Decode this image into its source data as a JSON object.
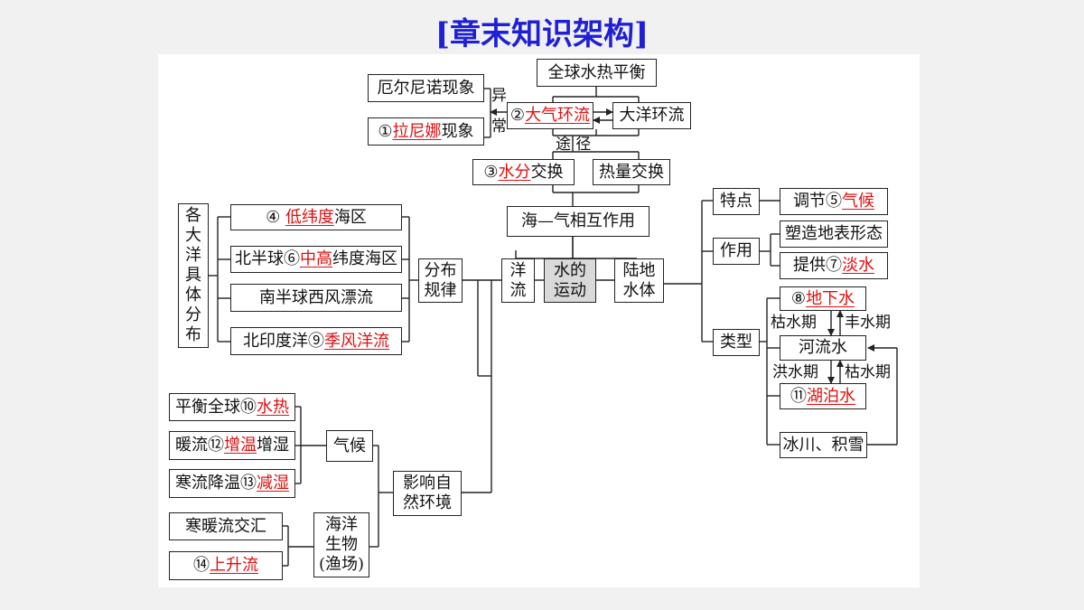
{
  "title": "[章末知识架构]",
  "center": {
    "heat_balance": "全球水热平衡",
    "atmos_num": "②",
    "atmos": "大气环流",
    "ocean_circ": "大洋环流",
    "route": "途  径",
    "water_num": "③",
    "water": "水分",
    "water_suffix": "交换",
    "heat_exchange": "热量交换",
    "interaction": "海—气相互作用",
    "motion_l1": "水的",
    "motion_l2": "运动",
    "ocean_current_l1": "洋",
    "ocean_current_l2": "流",
    "land_l1": "陆地",
    "land_l2": "水体"
  },
  "anomaly": {
    "label_1": "异",
    "label_2": "常",
    "el_nino": "厄尔尼诺现象",
    "la_nina_num": "①",
    "la_nina": "拉尼娜",
    "la_nina_suffix": "现象"
  },
  "distribution": {
    "side": [
      "各",
      "大",
      "洋",
      "具",
      "体",
      "分",
      "布"
    ],
    "item1_num": "④",
    "item1": "低纬度",
    "item1_suffix": "海区",
    "item2_prefix": "北半球⑥",
    "item2": "中高",
    "item2_suffix": "纬度海区",
    "item3": "南半球西风漂流",
    "item4_prefix": "北印度洋⑨",
    "item4": "季风洋流",
    "rule_l1": "分布",
    "rule_l2": "规律"
  },
  "influence": {
    "c1_prefix": "平衡全球⑩",
    "c1": "水热",
    "c2_prefix": "暖流⑫",
    "c2": "增温",
    "c2_suffix": "增湿",
    "c3_prefix": "寒流降温⑬",
    "c3": "减湿",
    "climate": "气候",
    "b1": "寒暖流交汇",
    "b2_num": "⑭",
    "b2": "上升流",
    "bio_l1": "海洋",
    "bio_l2": "生物",
    "bio_l3": "(渔场)",
    "env_l1": "影响自",
    "env_l2": "然环境"
  },
  "land_water": {
    "feature": "特点",
    "feature_prefix": "调节⑤",
    "feature_value": "气候",
    "function": "作用",
    "func1": "塑造地表形态",
    "func2_prefix": "提供⑦",
    "func2": "淡水",
    "type": "类型",
    "t1_num": "⑧",
    "t1": "地下水",
    "dry_1": "枯水期",
    "wet_1": "丰水期",
    "river": "河流水",
    "flood_2": "洪水期",
    "dry_2": "枯水期",
    "t3_num": "⑪",
    "t3": "湖泊水",
    "glacier": "冰川、积雪"
  }
}
